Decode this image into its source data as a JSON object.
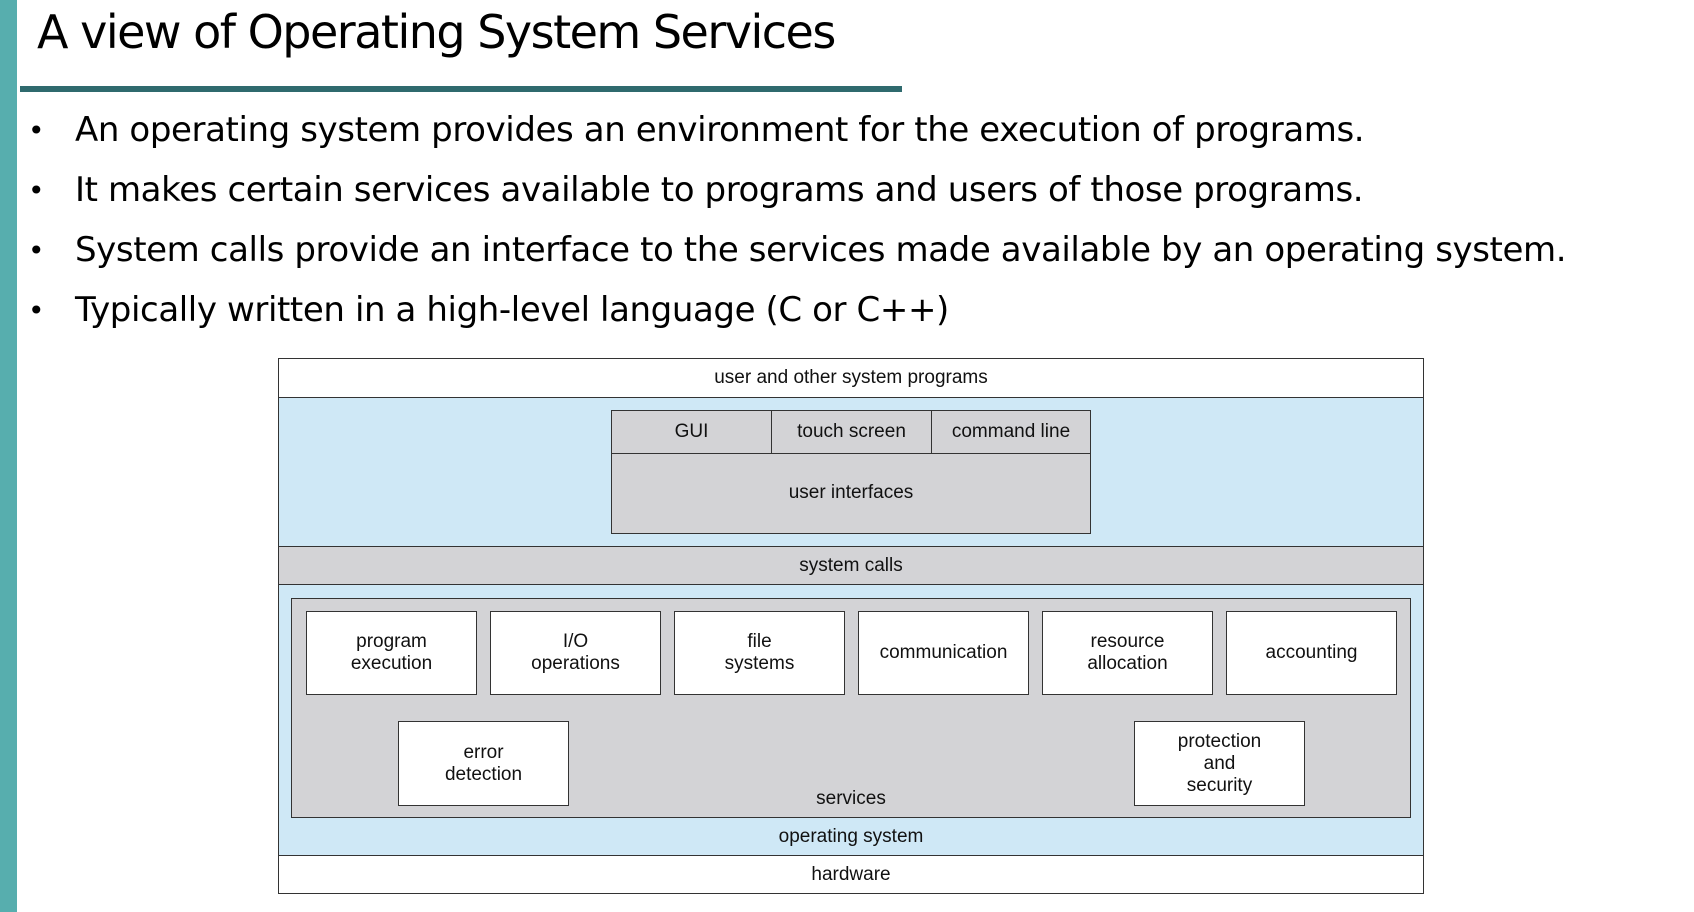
{
  "slide": {
    "title": "A view of Operating System Services",
    "bullets": [
      "An operating system provides an environment for the execution of programs.",
      "It makes certain services available to programs and users of those programs.",
      "System calls provide an interface to the services made available by an operating system.",
      "Typically written in a high-level language (C or C++)"
    ],
    "colors": {
      "accent_bar": "#57aeae",
      "title_rule": "#2f6a6e",
      "layer_blue": "#cfe8f6",
      "layer_gray": "#d3d3d6"
    }
  },
  "diagram": {
    "user_programs": "user and other system programs",
    "ui_options": [
      "GUI",
      "touch screen",
      "command line"
    ],
    "user_interfaces": "user interfaces",
    "system_calls": "system calls",
    "services_row1": [
      "program\nexecution",
      "I/O\noperations",
      "file\nsystems",
      "communication",
      "resource\nallocation",
      "accounting"
    ],
    "services_row2_left": "error\ndetection",
    "services_row2_right": "protection\nand\nsecurity",
    "services": "services",
    "operating_system": "operating system",
    "hardware": "hardware"
  }
}
